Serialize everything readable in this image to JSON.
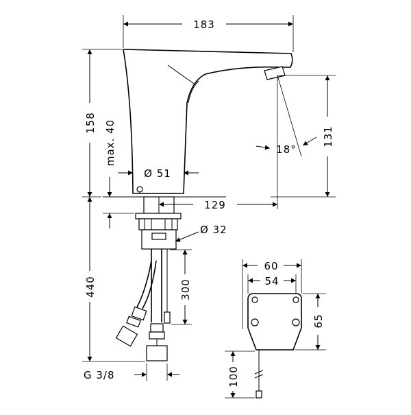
{
  "dimensions": {
    "spout_length": "183",
    "total_height": "158",
    "max_deck": "max. 40",
    "spout_height": "131",
    "angle": "18°",
    "body_diameter": "Ø 51",
    "projection": "129",
    "hole_diameter": "Ø 32",
    "hose_length": "440",
    "cable_length": "300",
    "connection": "G 3/8",
    "box_width_outer": "60",
    "box_width_inner": "54",
    "box_height": "65",
    "box_cable": "100"
  }
}
